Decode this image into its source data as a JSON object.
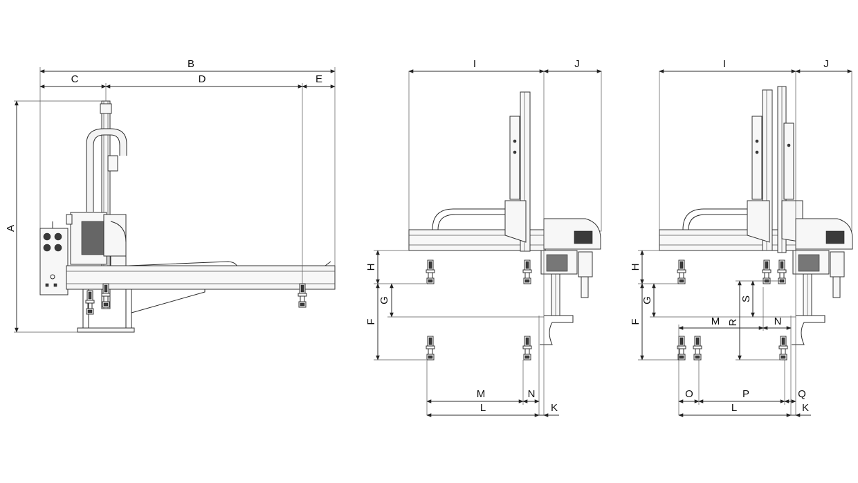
{
  "views": {
    "side": {
      "labels": {
        "A": "A",
        "B": "B",
        "C": "C",
        "D": "D",
        "E": "E"
      }
    },
    "front_single": {
      "labels": {
        "I": "I",
        "J": "J",
        "H": "H",
        "G": "G",
        "F": "F",
        "M": "M",
        "N": "N",
        "L": "L",
        "K": "K"
      }
    },
    "front_double": {
      "labels": {
        "I": "I",
        "J": "J",
        "H": "H",
        "G": "G",
        "F": "F",
        "M": "M",
        "R": "R",
        "N": "N",
        "S": "S",
        "O": "O",
        "P": "P",
        "Q": "Q",
        "L": "L",
        "K": "K"
      }
    }
  }
}
